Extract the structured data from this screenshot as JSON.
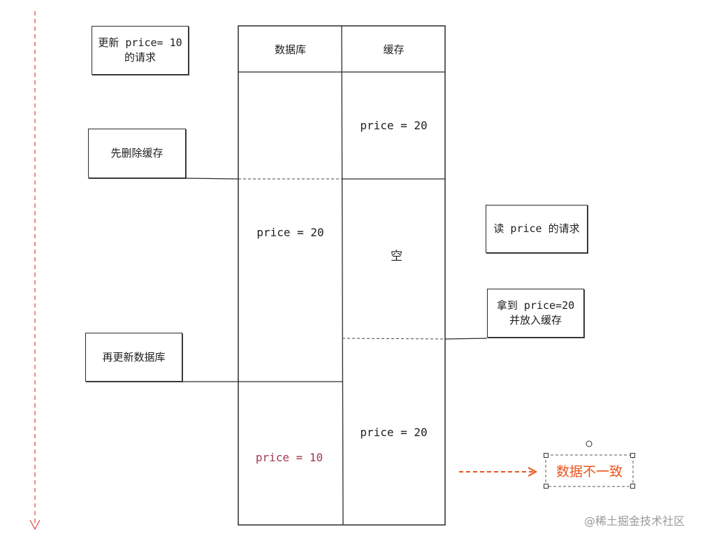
{
  "columns": {
    "db": "数据库",
    "cache": "缓存"
  },
  "cells": {
    "cache_initial": "price = 20",
    "db_middle": "price = 20",
    "cache_empty": "空",
    "db_bottom": "price = 10",
    "cache_bottom": "price = 20"
  },
  "steps": {
    "update_request": [
      "更新 price= 10",
      "的请求"
    ],
    "delete_cache": "先删除缓存",
    "update_db": "再更新数据库",
    "read_request": "读 price 的请求",
    "read_result": [
      "拿到 price=20",
      "并放入缓存"
    ]
  },
  "inconsistency_label": "数据不一致",
  "watermark": "@稀土掘金技术社区",
  "colors": {
    "timeline": "#d9534f",
    "arrow": "#e8541e",
    "db_bottom_text": "#a23a4c",
    "label": "#e8541e",
    "watermark": "#9a9a9a"
  }
}
